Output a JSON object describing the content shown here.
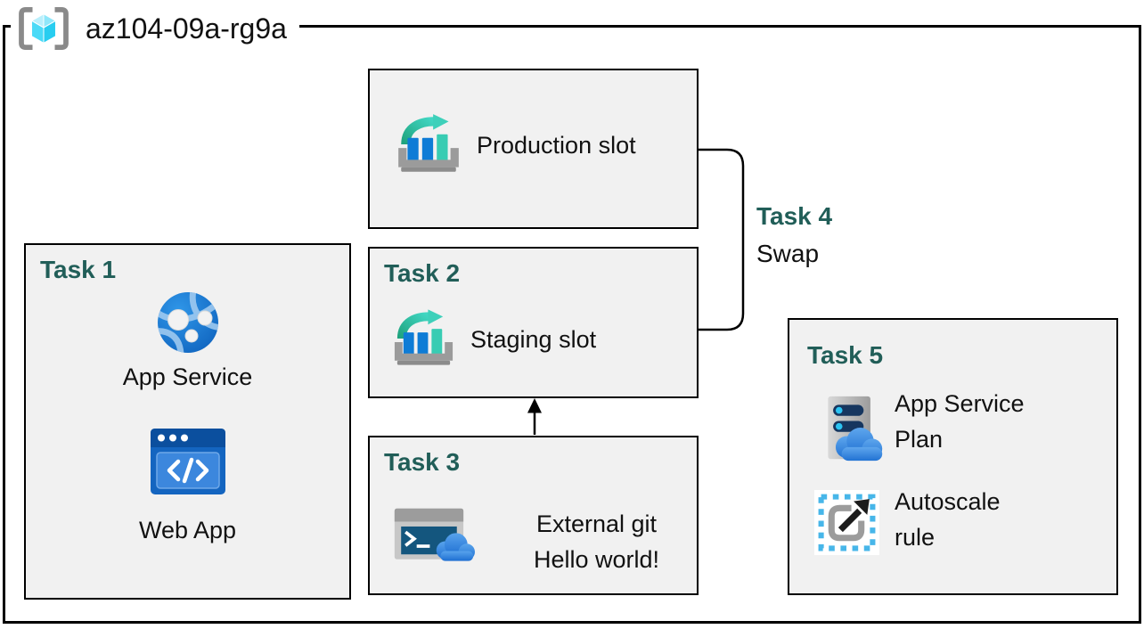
{
  "title": {
    "resource_group": "az104-09a-rg9a"
  },
  "colors": {
    "heading_teal": "#215E58",
    "box_fill": "#F1F1F1",
    "box_border": "#000000",
    "azure_blue": "#0E7CD6",
    "slot_teal": "#3BCDB4",
    "cloud_blue": "#2E7FD9"
  },
  "production": {
    "label": "Production slot"
  },
  "task1": {
    "heading": "Task 1",
    "app_service_label": "App Service",
    "web_app_label": "Web App"
  },
  "task2": {
    "heading": "Task 2",
    "label": "Staging slot"
  },
  "task3": {
    "heading": "Task 3",
    "line1": "External git",
    "line2": "Hello world!"
  },
  "task4": {
    "heading": "Task 4",
    "label": "Swap"
  },
  "task5": {
    "heading": "Task 5",
    "app_service_plan_line1": "App Service",
    "app_service_plan_line2": "Plan",
    "autoscale_line1": "Autoscale",
    "autoscale_line2": "rule"
  },
  "icons": {
    "resource_group": "resource-group-icon",
    "deployment_slot": "deployment-slot-icon",
    "app_service": "app-service-globe-icon",
    "web_app": "web-app-icon",
    "cloud_shell_git": "cloud-shell-git-icon",
    "app_service_plan": "app-service-plan-icon",
    "autoscale_rule": "autoscale-rule-icon"
  }
}
